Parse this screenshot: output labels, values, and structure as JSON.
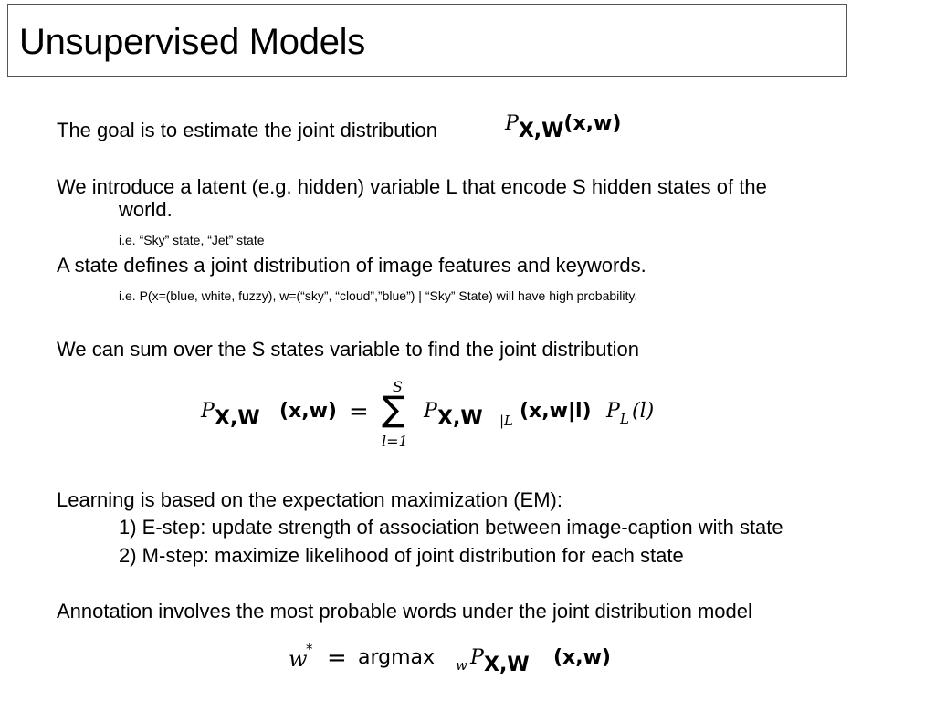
{
  "title": "Unsupervised Models",
  "lines": {
    "goal": "The goal is to estimate the joint distribution",
    "latent_1": "We introduce a latent (e.g. hidden) variable L that encode S hidden states of the",
    "latent_2": "world.",
    "latent_example": "i.e. “Sky” state, “Jet” state",
    "state_def": "A state defines a joint distribution of image features and keywords.",
    "state_example": "i.e. P(x=(blue, white, fuzzy), w=(“sky”, “cloud”,”blue”) | “Sky” State) will have high probability.",
    "sum_over": "We can sum over the S states variable to find the joint distribution",
    "learning": "Learning is based on the expectation maximization (EM):",
    "estep": "1) E-step: update strength of association between image-caption with state",
    "mstep": "2) M-step: maximize likelihood of joint distribution for each state",
    "annotation": "Annotation involves the most probable words under the joint distribution model"
  },
  "math": {
    "P": "P",
    "XW": "X,W",
    "xw": "(x,w)",
    "eq": "=",
    "sum": "∑",
    "S": "S",
    "l_eq_1": "l=1",
    "cond": "|L",
    "xwl": "(x,w|l)",
    "PL": "P",
    "L": "L",
    "pl": "(l)",
    "wstar": "w",
    "star": "*",
    "argmax": "argmax",
    "w_sub": "w"
  }
}
